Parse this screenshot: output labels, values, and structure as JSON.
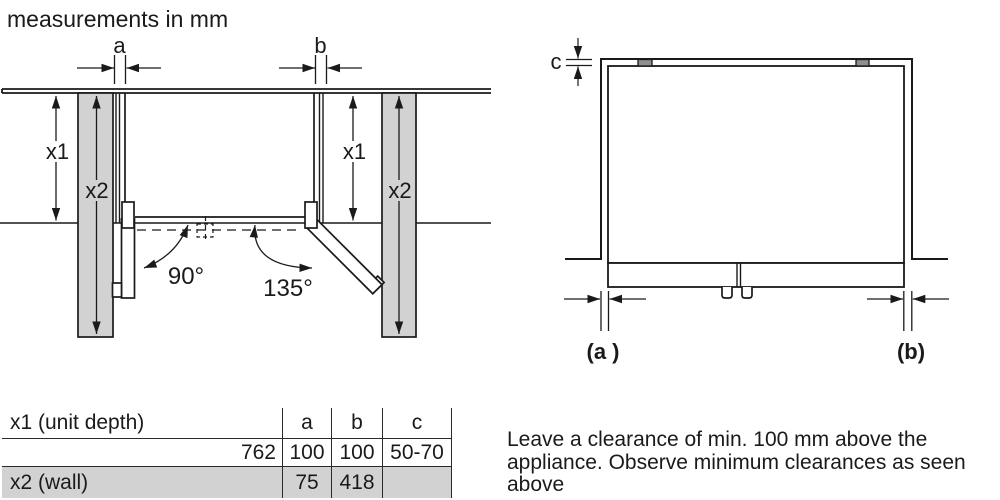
{
  "title": "measurements in mm",
  "colors": {
    "wall_fill": "#d2d2d2",
    "spacer_fill": "#8f8f8f",
    "table_row_fill": "#d2d2d2",
    "line": "#1a1a1a"
  },
  "left_diagram": {
    "dim_a_label": "a",
    "dim_b_label": "b",
    "x1_label": "x1",
    "x2_label": "x2",
    "angle_left_label": "90°",
    "angle_right_label": "135°"
  },
  "right_diagram": {
    "dim_c_label": "c",
    "dim_a_label": "(a )",
    "dim_b_label": "(b)"
  },
  "table": {
    "header_label": "x1 (unit depth)",
    "columns": [
      "a",
      "b",
      "c"
    ],
    "unit_depth_row": {
      "value": "762",
      "a": "100",
      "b": "100",
      "c": "50-70"
    },
    "wall_row": {
      "label": "x2 (wall)",
      "a": "75",
      "b": "418",
      "c": ""
    }
  },
  "note": "Leave a clearance of min. 100 mm above the appliance. Observe minimum clearances as seen above"
}
